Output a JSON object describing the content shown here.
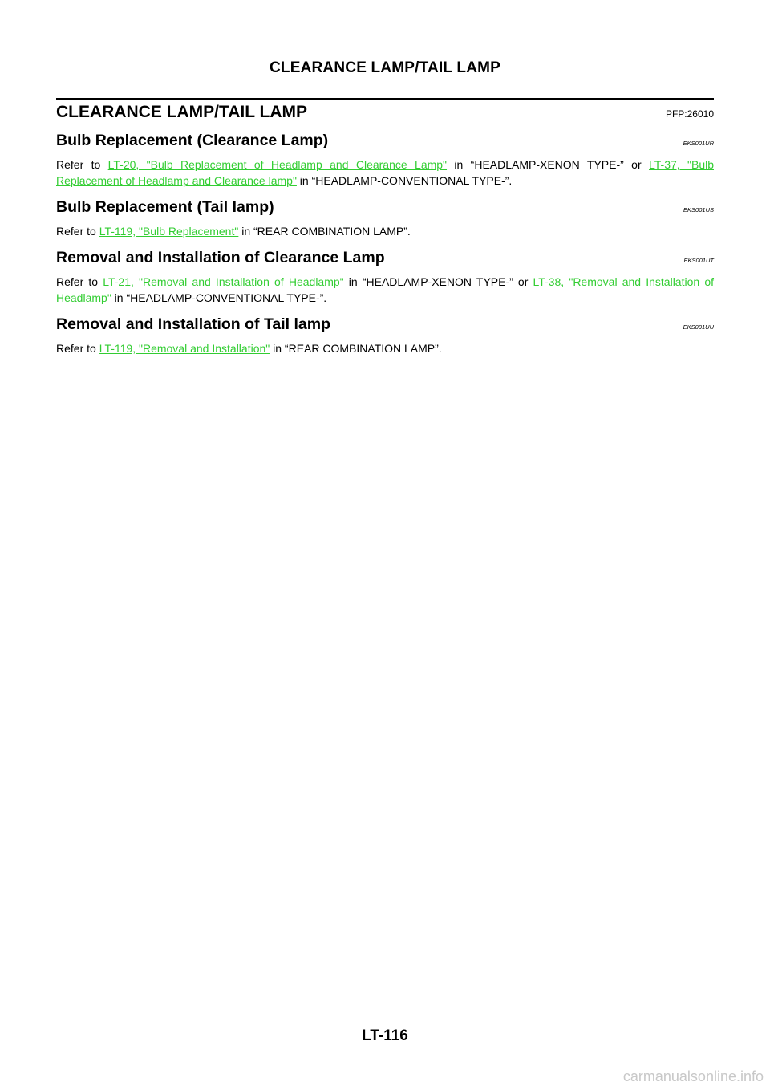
{
  "header": {
    "title": "CLEARANCE LAMP/TAIL LAMP"
  },
  "section": {
    "title": "CLEARANCE LAMP/TAIL LAMP",
    "pfp": "PFP:26010"
  },
  "subsections": [
    {
      "title": "Bulb Replacement (Clearance Lamp)",
      "code": "EKS001UR",
      "text1": "Refer to ",
      "link1": "LT-20, \"Bulb Replacement of Headlamp and Clearance Lamp\"",
      "text2": "  in “HEADLAMP-XENON TYPE-” or ",
      "link2": "LT-37, \"Bulb Replacement of Headlamp and Clearance lamp\"",
      "text3": "  in “HEADLAMP-CONVENTIONAL TYPE-”."
    },
    {
      "title": "Bulb Replacement (Tail lamp)",
      "code": "EKS001US",
      "text1": "Refer to ",
      "link1": "LT-119, \"Bulb Replacement\"",
      "text2": "  in “REAR COMBINATION LAMP”."
    },
    {
      "title": "Removal and Installation of Clearance Lamp",
      "code": "EKS001UT",
      "text1": "Refer to ",
      "link1": "LT-21, \"Removal and Installation of Headlamp\"",
      "text2": "  in “HEADLAMP-XENON TYPE-” or ",
      "link2": "LT-38, \"Removal and Installation of Headlamp\"",
      "text3": "  in “HEADLAMP-CONVENTIONAL TYPE-”."
    },
    {
      "title": "Removal and Installation of Tail lamp",
      "code": "EKS001UU",
      "text1": "Refer to ",
      "link1": "LT-119, \"Removal and Installation\"",
      "text2": "  in “REAR COMBINATION LAMP”."
    }
  ],
  "footer": {
    "page_code": "LT-116"
  },
  "watermark": "carmanualsonline.info",
  "colors": {
    "link": "#32cd32"
  }
}
